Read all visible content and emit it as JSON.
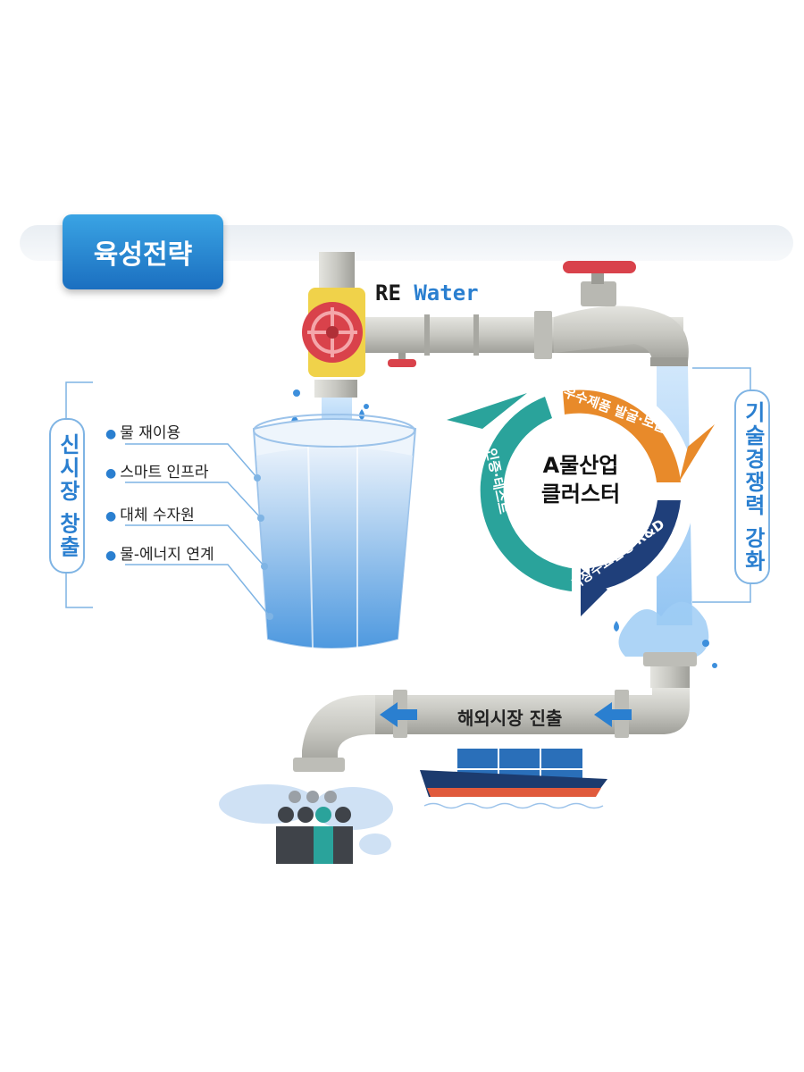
{
  "title": "육성전략",
  "left_panel": {
    "label": "신시장 창출",
    "items": [
      "물 재이용",
      "스마트 인프라",
      "대체 수자원",
      "물-에너지 연계"
    ]
  },
  "right_panel": {
    "label": "기술경쟁력 강화"
  },
  "brand": {
    "re": "RE",
    "water": "Water"
  },
  "cluster": {
    "center_line1": "A물산업",
    "center_line2": "클러스터",
    "segments": [
      "우수제품 발굴·보급",
      "시장수요반영 R&D",
      "인증·테스트"
    ]
  },
  "bottom_pipe": {
    "label": "해외시장 진출"
  },
  "colors": {
    "blue": "#2a7fd0",
    "orange": "#e88a2a",
    "navy": "#1f3f7a",
    "teal": "#2aa39b",
    "pipe": "#c9c9c4"
  }
}
